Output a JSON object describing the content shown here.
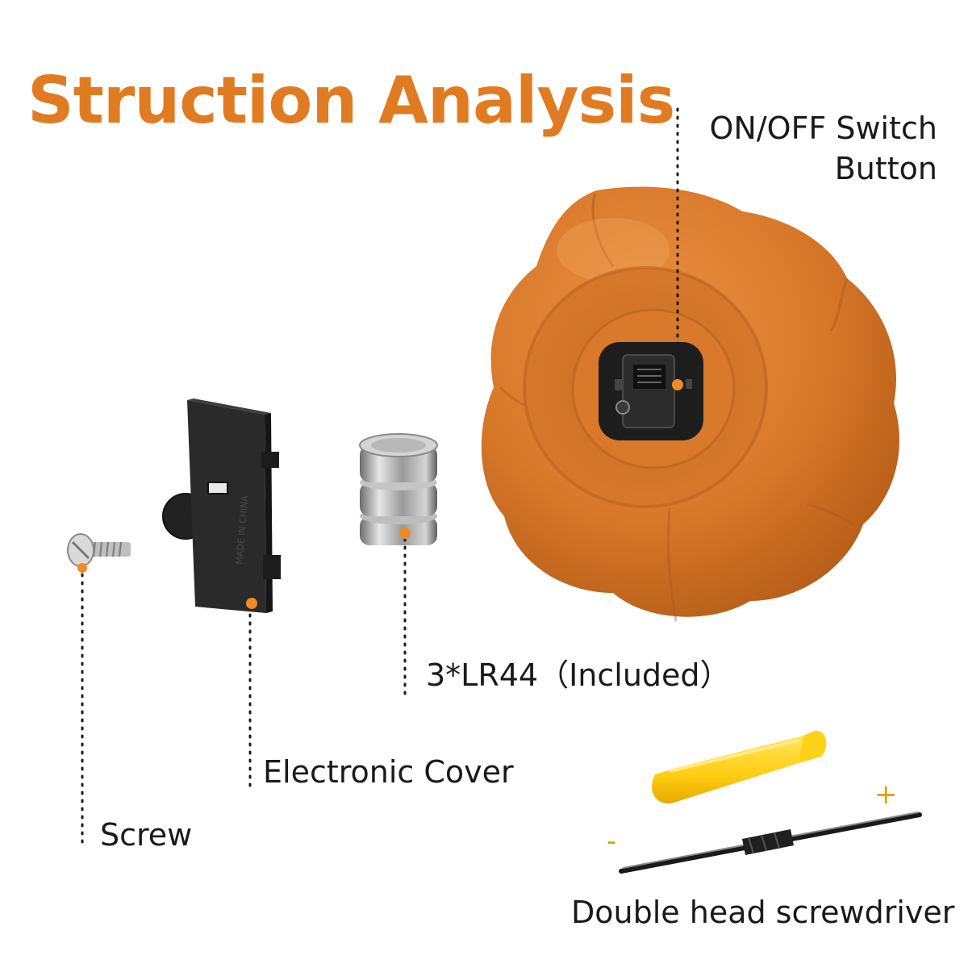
{
  "title": "Struction Analysis",
  "labels": {
    "switch_line1": "ON/OFF Switch",
    "switch_line2": "Button",
    "batteries": "3*LR44（Included）",
    "cover": "Electronic Cover",
    "screw": "Screw",
    "screwdriver": "Double head screwdriver",
    "minus": "-",
    "plus": "+"
  },
  "colors": {
    "accent": "#e07b22",
    "pumpkin": "#d97a2b",
    "marker": "#f08a24",
    "handle": "#ffd21a"
  },
  "icons": [
    "pumpkin-body",
    "battery-stack",
    "cover-plate",
    "screw",
    "screwdriver"
  ]
}
